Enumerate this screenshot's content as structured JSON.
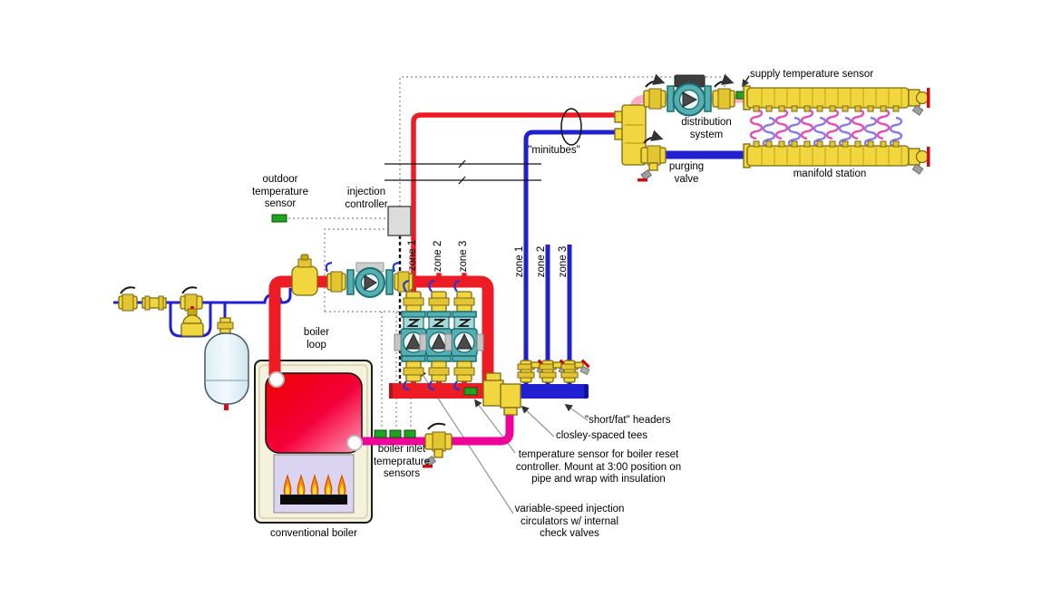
{
  "labels": {
    "supply_sensor": "supply temperature sensor",
    "distribution_system": "distribution\nsystem",
    "purging_valve": "purging\nvalve",
    "manifold_station": "manifold station",
    "minitubes": "\"minitubes\"",
    "outdoor_sensor": "outdoor\ntemperature\nsensor",
    "injection_controller": "injection\ncontroller",
    "boiler_loop": "boiler\nloop",
    "conventional_boiler": "conventional boiler",
    "boiler_inlet_sensors": "boiler inlet\ntemeprature\nsensors",
    "short_fat_headers": "\"short/fat\" headers",
    "closely_spaced_tees": "closley-spaced tees",
    "reset_sensor_note": "temperature sensor for boiler reset\ncontroller. Mount at 3:00 position on\npipe and wrap with insulation",
    "variable_speed_note": "variable-speed injection\ncirculators w/ internal\ncheck valves"
  },
  "zones": {
    "red": [
      "zone 1",
      "zone 2",
      "zone 3"
    ],
    "blue": [
      "zone 1",
      "zone 2",
      "zone 3"
    ]
  },
  "colors": {
    "supply_red": "#ED1C24",
    "return_blue": "#2020D0",
    "boiler_return_magenta": "#EE0099",
    "mixed_supply_pink": "#F8AFC2",
    "tubing_pink": "#E44FB4",
    "tubing_violet": "#8A7AE8",
    "component_yellow": "#F2D63F",
    "pump_teal": "#55AEB2",
    "sensor_green": "#1FA41F"
  }
}
